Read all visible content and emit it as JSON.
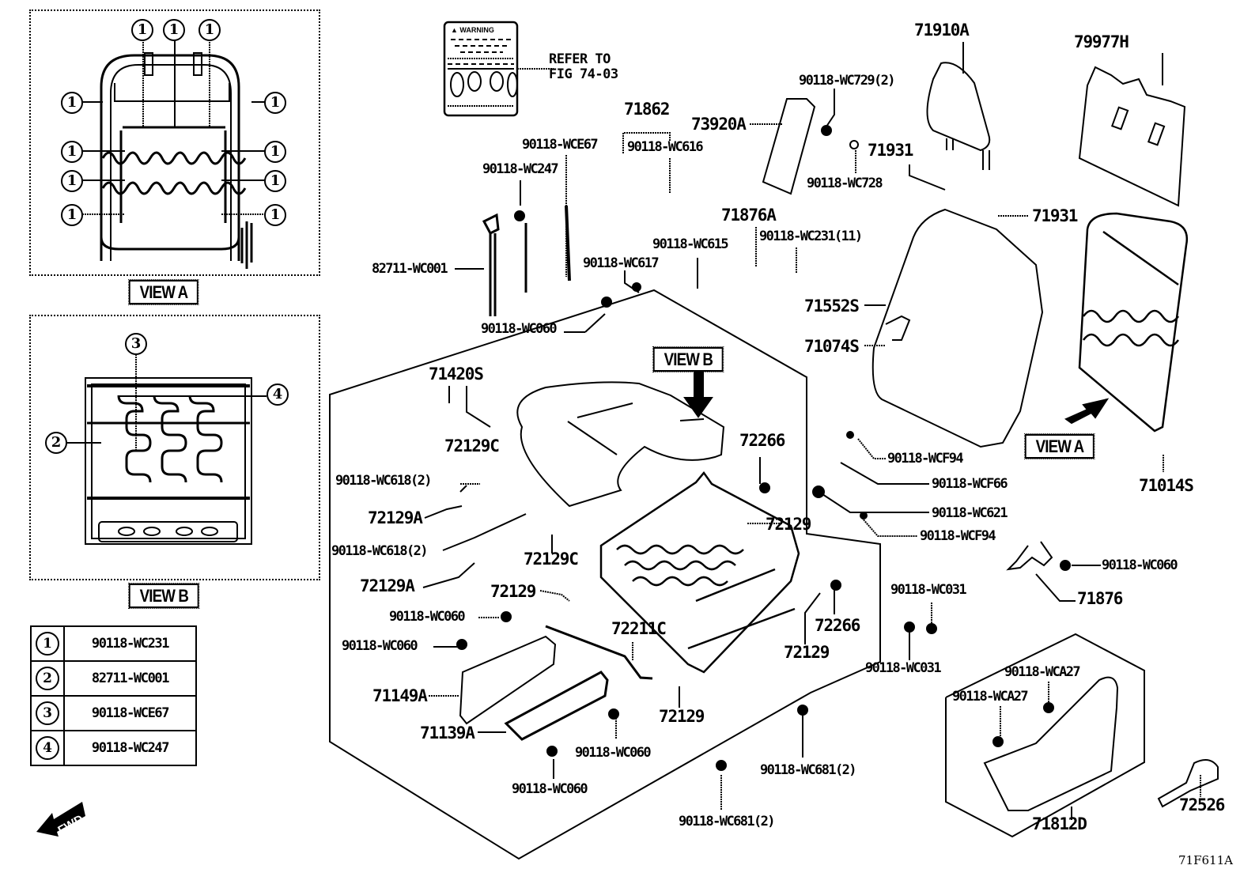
{
  "diagram": {
    "figure_id": "71F611A",
    "view_a": {
      "title": "VIEW A",
      "callouts": [
        "1",
        "1",
        "1",
        "1",
        "1",
        "1",
        "1",
        "1",
        "1",
        "1",
        "1"
      ]
    },
    "view_b": {
      "title": "VIEW B",
      "callouts": [
        "3",
        "4",
        "2"
      ]
    },
    "legend": [
      {
        "num": "1",
        "part": "90118-WC231"
      },
      {
        "num": "2",
        "part": "82711-WC001"
      },
      {
        "num": "3",
        "part": "90118-WCE67"
      },
      {
        "num": "4",
        "part": "90118-WC247"
      }
    ],
    "fwd_icon_label": "FWD",
    "warning_label": {
      "title": "WARNING",
      "refer_line1": "REFER TO",
      "refer_line2": "FIG 74-03"
    },
    "view_b_arrow_label": "VIEW B",
    "view_a_arrow_label": "VIEW A",
    "parts": {
      "p71862": "71862",
      "p73920A": "73920A",
      "wce67": "90118-WCE67",
      "wc616": "90118-WC616",
      "wc247": "90118-WC247",
      "wc001": "82711-WC001",
      "wc617": "90118-WC617",
      "wc615": "90118-WC615",
      "wc060_top": "90118-WC060",
      "p71876A": "71876A",
      "wc231_11": "90118-WC231(11)",
      "wc729": "90118-WC729(2)",
      "wc728": "90118-WC728",
      "p71910A": "71910A",
      "p79977H": "79977H",
      "p71931_a": "71931",
      "p71931_b": "71931",
      "p71552S": "71552S",
      "p71074S": "71074S",
      "p71420S": "71420S",
      "p72129C_a": "72129C",
      "wc618_a": "90118-WC618(2)",
      "p72129A_a": "72129A",
      "wc618_b": "90118-WC618(2)",
      "p72129C_b": "72129C",
      "p72129A_b": "72129A",
      "p72129_a": "72129",
      "wc060_a": "90118-WC060",
      "wc060_b": "90118-WC060",
      "p71149A": "71149A",
      "p71139A": "71139A",
      "wc060_c": "90118-WC060",
      "wc060_d": "90118-WC060",
      "p72211C": "72211C",
      "p72129_b": "72129",
      "p72266_a": "72266",
      "p72129_c": "72129",
      "p72266_b": "72266",
      "p72129_d": "72129",
      "wc681_a": "90118-WC681(2)",
      "wc681_b": "90118-WC681(2)",
      "wcf94_a": "90118-WCF94",
      "wcf66": "90118-WCF66",
      "wc621": "90118-WC621",
      "wcf94_b": "90118-WCF94",
      "wc060_e": "90118-WC060",
      "p71876": "71876",
      "wc031_a": "90118-WC031",
      "wc031_b": "90118-WC031",
      "wca27_a": "90118-WCA27",
      "wca27_b": "90118-WCA27",
      "p71812D": "71812D",
      "p72526": "72526",
      "p71014S": "71014S"
    }
  }
}
